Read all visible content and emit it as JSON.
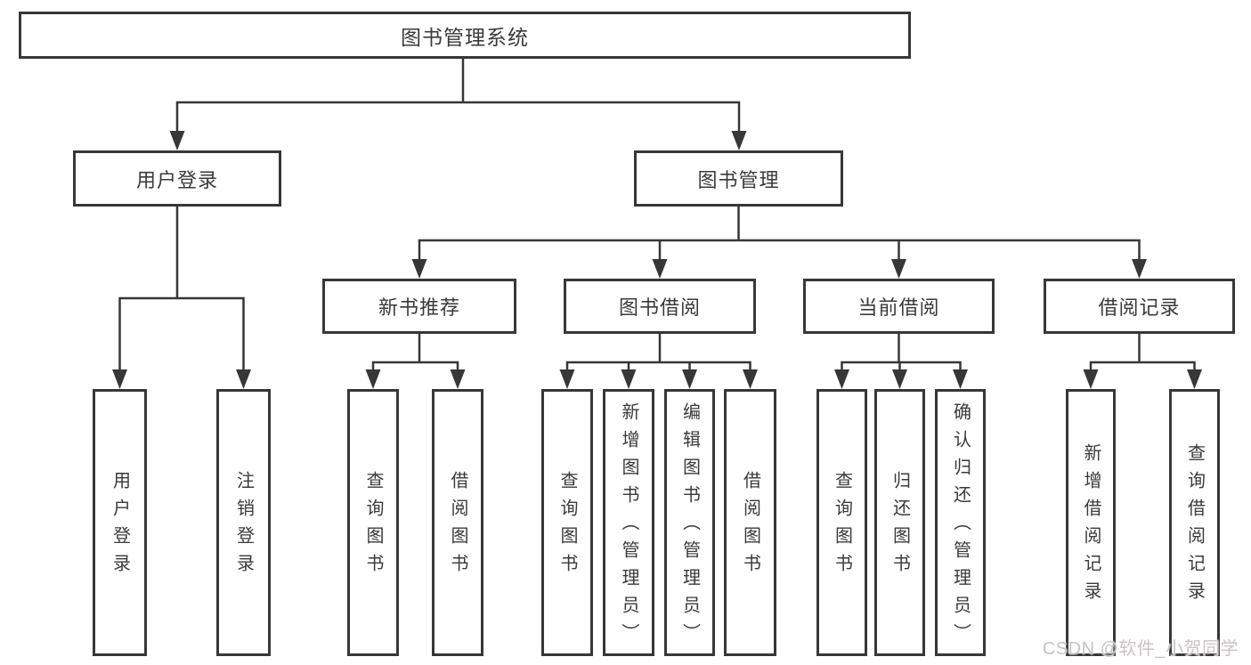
{
  "colors": {
    "line": "#373737",
    "text": "#3a3a3a",
    "box_bg": "#ffffff",
    "page_bg": "#ffffff",
    "watermark": "#c7c3c3"
  },
  "watermark": {
    "text": "CSDN @软件_小贺同学"
  },
  "tree": {
    "root": {
      "label": "图书管理系统"
    },
    "branches": [
      {
        "label": "用户登录",
        "children": [
          {
            "label": "用户登录"
          },
          {
            "label": "注销登录"
          }
        ]
      },
      {
        "label": "图书管理",
        "children": [
          {
            "label": "新书推荐",
            "children": [
              {
                "label": "查询图书"
              },
              {
                "label": "借阅图书"
              }
            ]
          },
          {
            "label": "图书借阅",
            "children": [
              {
                "label": "查询图书"
              },
              {
                "label": "新增图书（管理员）"
              },
              {
                "label": "编辑图书（管理员）"
              },
              {
                "label": "借阅图书"
              }
            ]
          },
          {
            "label": "当前借阅",
            "children": [
              {
                "label": "查询图书"
              },
              {
                "label": "归还图书"
              },
              {
                "label": "确认归还（管理员）"
              }
            ]
          },
          {
            "label": "借阅记录",
            "children": [
              {
                "label": "新增借阅记录"
              },
              {
                "label": "查询借阅记录"
              }
            ]
          }
        ]
      }
    ]
  }
}
